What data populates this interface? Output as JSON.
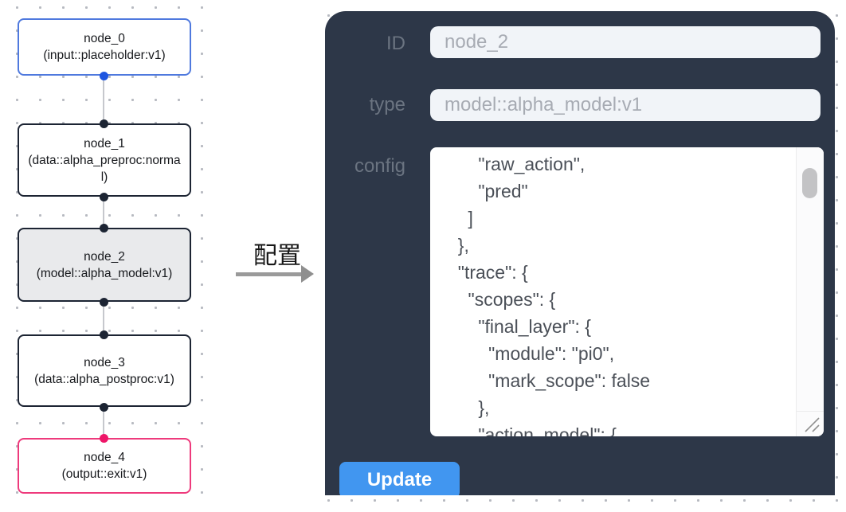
{
  "flow": {
    "nodes": [
      {
        "name": "node_0",
        "type_label": "(input::placeholder:v1)"
      },
      {
        "name": "node_1",
        "type_label": "(data::alpha_preproc:normal)"
      },
      {
        "name": "node_2",
        "type_label": "(model::alpha_model:v1)"
      },
      {
        "name": "node_3",
        "type_label": "(data::alpha_postproc:v1)"
      },
      {
        "name": "node_4",
        "type_label": "(output::exit:v1)"
      }
    ]
  },
  "transfer": {
    "label": "配置"
  },
  "panel": {
    "fields": {
      "id": {
        "label": "ID",
        "value": "node_2"
      },
      "type": {
        "label": "type",
        "value": "model::alpha_model:v1"
      },
      "config": {
        "label": "config",
        "value": "      \"raw_action\",\n      \"pred\"\n    ]\n  },\n  \"trace\": {\n    \"scopes\": {\n      \"final_layer\": {\n        \"module\": \"pi0\",\n        \"mark_scope\": false\n      },\n      \"action_model\": {"
      }
    },
    "update_label": "Update"
  },
  "colors": {
    "panel_bg": "#2d3748",
    "button_blue": "#4196f0",
    "input_bg": "#f1f4f8",
    "node_border_default": "#1c2433",
    "node_border_input": "#4f79de",
    "node_border_output": "#ee3a7c",
    "node_selected_bg": "#e9eaec",
    "port_blue": "#1d55e0",
    "port_pink": "#ee1668",
    "arrow_gray": "#9a9a9a"
  }
}
